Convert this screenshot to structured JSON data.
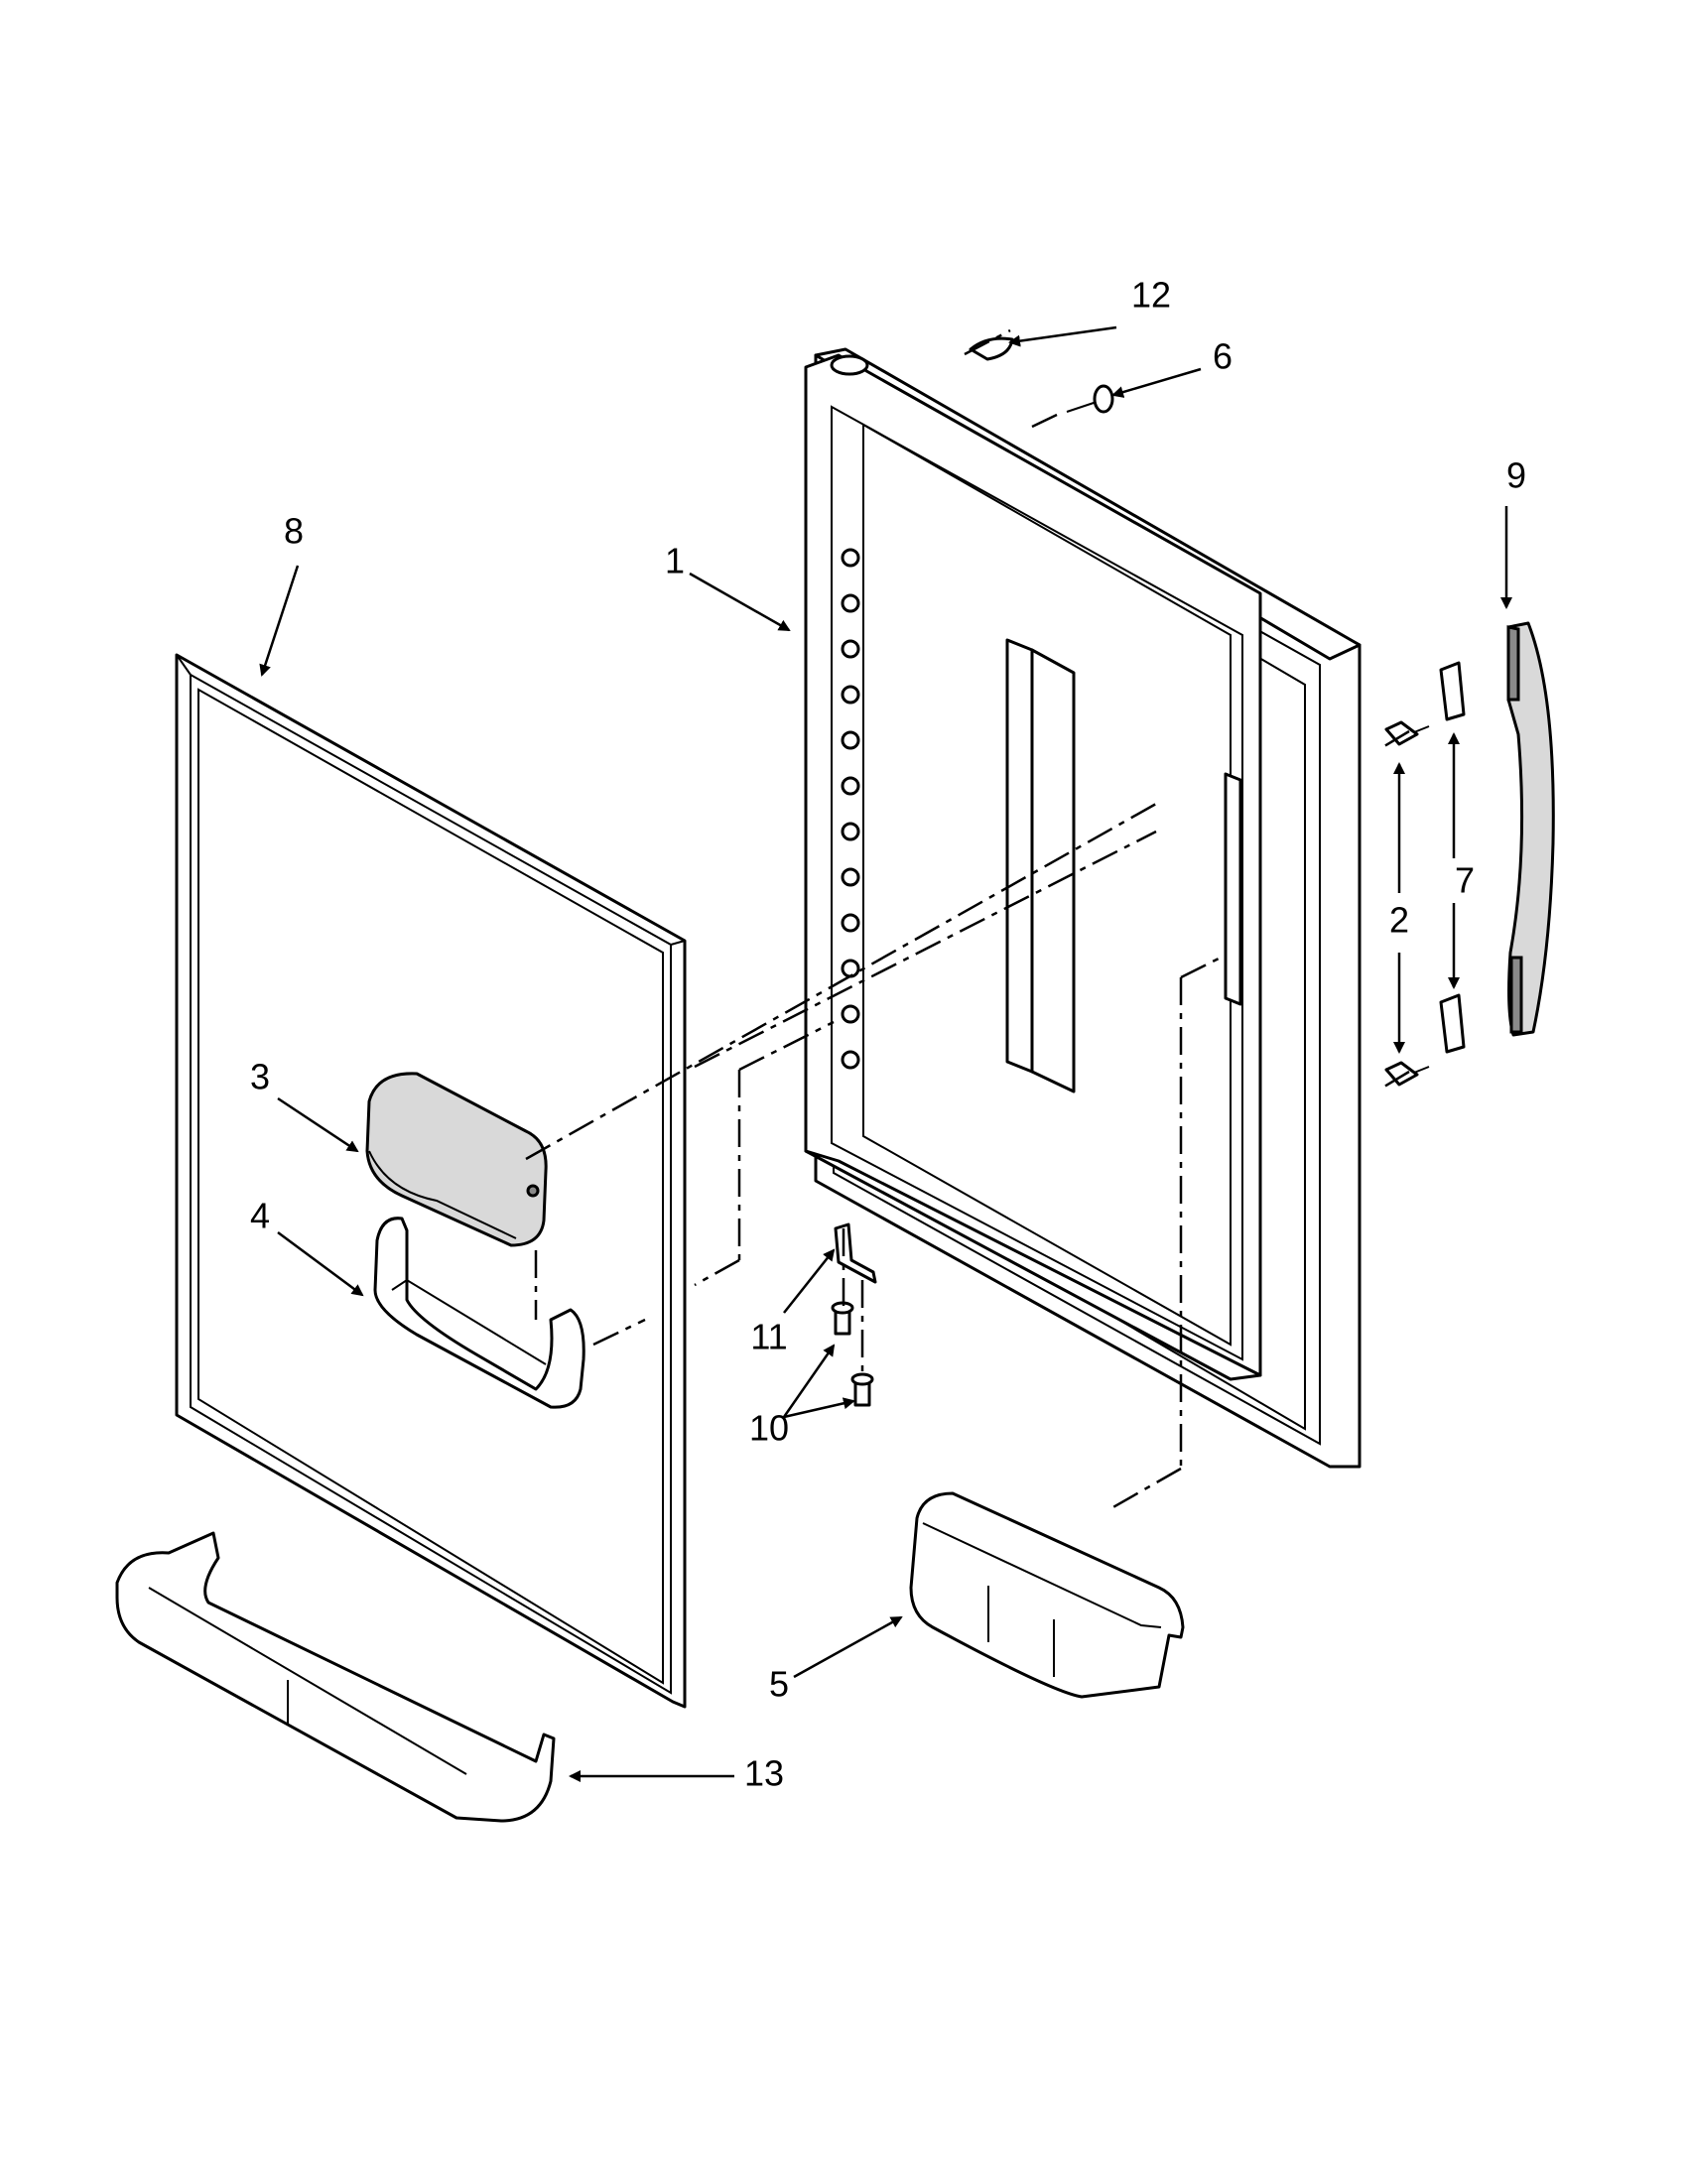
{
  "callouts": [
    {
      "id": "1",
      "label": "1"
    },
    {
      "id": "2",
      "label": "2"
    },
    {
      "id": "3",
      "label": "3"
    },
    {
      "id": "4",
      "label": "4"
    },
    {
      "id": "5",
      "label": "5"
    },
    {
      "id": "6",
      "label": "6"
    },
    {
      "id": "7",
      "label": "7"
    },
    {
      "id": "8",
      "label": "8"
    },
    {
      "id": "9",
      "label": "9"
    },
    {
      "id": "10",
      "label": "10"
    },
    {
      "id": "11",
      "label": "11"
    },
    {
      "id": "12",
      "label": "12"
    },
    {
      "id": "13",
      "label": "13"
    }
  ],
  "colors": {
    "line": "#000000",
    "shade": "#d9d9d9",
    "dark_shade": "#8a8a8a",
    "background": "#ffffff"
  }
}
